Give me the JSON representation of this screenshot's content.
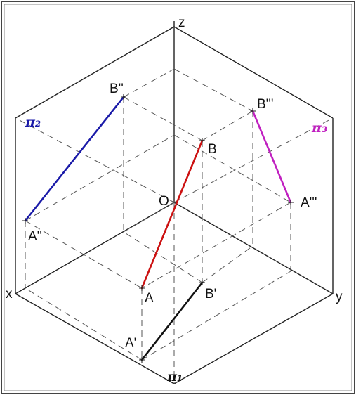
{
  "axes": {
    "x": "x",
    "y": "y",
    "z": "z",
    "origin": "O"
  },
  "planes": {
    "pi1": {
      "label": "π₁",
      "color": "#111111"
    },
    "pi2": {
      "label": "π₂",
      "color": "#1a1aa8"
    },
    "pi3": {
      "label": "π₃",
      "color": "#c020c0"
    }
  },
  "points": {
    "A": "A",
    "B": "B",
    "A1": "A'",
    "B1": "B'",
    "A2": "A''",
    "B2": "B''",
    "A3": "A'''",
    "B3": "B'''"
  },
  "segments": {
    "AB": {
      "color": "#cc1111"
    },
    "A1B1": {
      "color": "#111111"
    },
    "A2B2": {
      "color": "#1a1aa8"
    },
    "A3B3": {
      "color": "#c020c0"
    }
  }
}
